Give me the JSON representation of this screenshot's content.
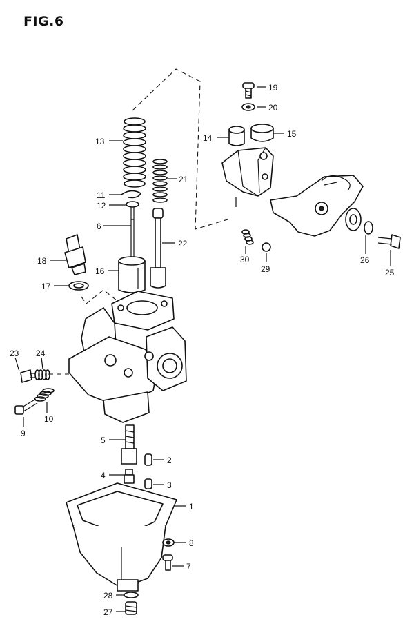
{
  "figure": {
    "title": "FIG.6"
  },
  "callouts": [
    {
      "id": "c19",
      "text": "19"
    },
    {
      "id": "c20",
      "text": "20"
    },
    {
      "id": "c14",
      "text": "14"
    },
    {
      "id": "c15",
      "text": "15"
    },
    {
      "id": "c13",
      "text": "13"
    },
    {
      "id": "c21",
      "text": "21"
    },
    {
      "id": "c11",
      "text": "11"
    },
    {
      "id": "c12",
      "text": "12"
    },
    {
      "id": "c6",
      "text": "6"
    },
    {
      "id": "c22",
      "text": "22"
    },
    {
      "id": "c30",
      "text": "30"
    },
    {
      "id": "c29",
      "text": "29"
    },
    {
      "id": "c26",
      "text": "26"
    },
    {
      "id": "c25",
      "text": "25"
    },
    {
      "id": "c18",
      "text": "18"
    },
    {
      "id": "c16",
      "text": "16"
    },
    {
      "id": "c17",
      "text": "17"
    },
    {
      "id": "c23",
      "text": "23"
    },
    {
      "id": "c24",
      "text": "24"
    },
    {
      "id": "c9",
      "text": "9"
    },
    {
      "id": "c10",
      "text": "10"
    },
    {
      "id": "c5",
      "text": "5"
    },
    {
      "id": "c2",
      "text": "2"
    },
    {
      "id": "c4",
      "text": "4"
    },
    {
      "id": "c3",
      "text": "3"
    },
    {
      "id": "c1",
      "text": "1"
    },
    {
      "id": "c8",
      "text": "8"
    },
    {
      "id": "c7",
      "text": "7"
    },
    {
      "id": "c28",
      "text": "28"
    },
    {
      "id": "c27",
      "text": "27"
    }
  ]
}
